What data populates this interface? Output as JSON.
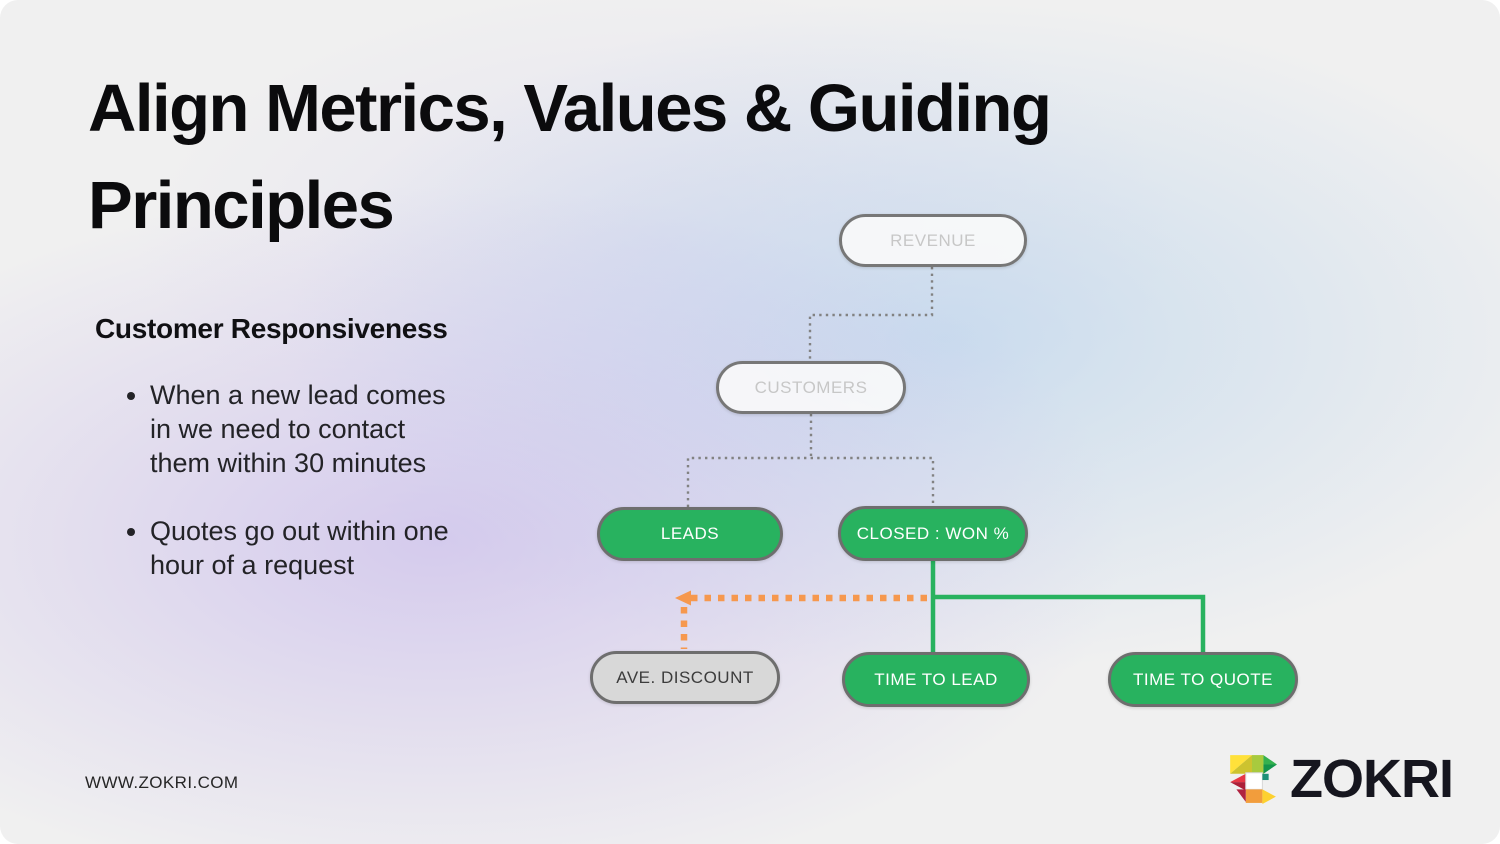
{
  "slide": {
    "title": "Align Metrics, Values & Guiding\nPrinciples",
    "section_heading": "Customer Responsiveness",
    "bullets": [
      "When a new lead comes\nin we need to contact\nthem within 30 minutes",
      "Quotes go out within one\nhour of a request"
    ]
  },
  "diagram": {
    "nodes": {
      "revenue": {
        "label": "REVENUE",
        "style": "muted"
      },
      "customers": {
        "label": "CUSTOMERS",
        "style": "muted"
      },
      "leads": {
        "label": "LEADS",
        "style": "green"
      },
      "closed_won": {
        "label": "CLOSED : WON %",
        "style": "green"
      },
      "ave_discount": {
        "label": "AVE. DISCOUNT",
        "style": "gray"
      },
      "time_to_lead": {
        "label": "TIME TO LEAD",
        "style": "green"
      },
      "time_to_quote": {
        "label": "TIME TO QUOTE",
        "style": "green"
      }
    },
    "colors": {
      "node_green": "#28b25f",
      "connector_green": "#28b25f",
      "connector_orange": "#f6984e",
      "connector_gray": "#828282",
      "muted_node_text": "#c7c7c7",
      "gray_node_fill": "#d8d8d8"
    }
  },
  "footer": {
    "website": "WWW.ZOKRI.COM",
    "logo_text": "ZOKRI"
  }
}
